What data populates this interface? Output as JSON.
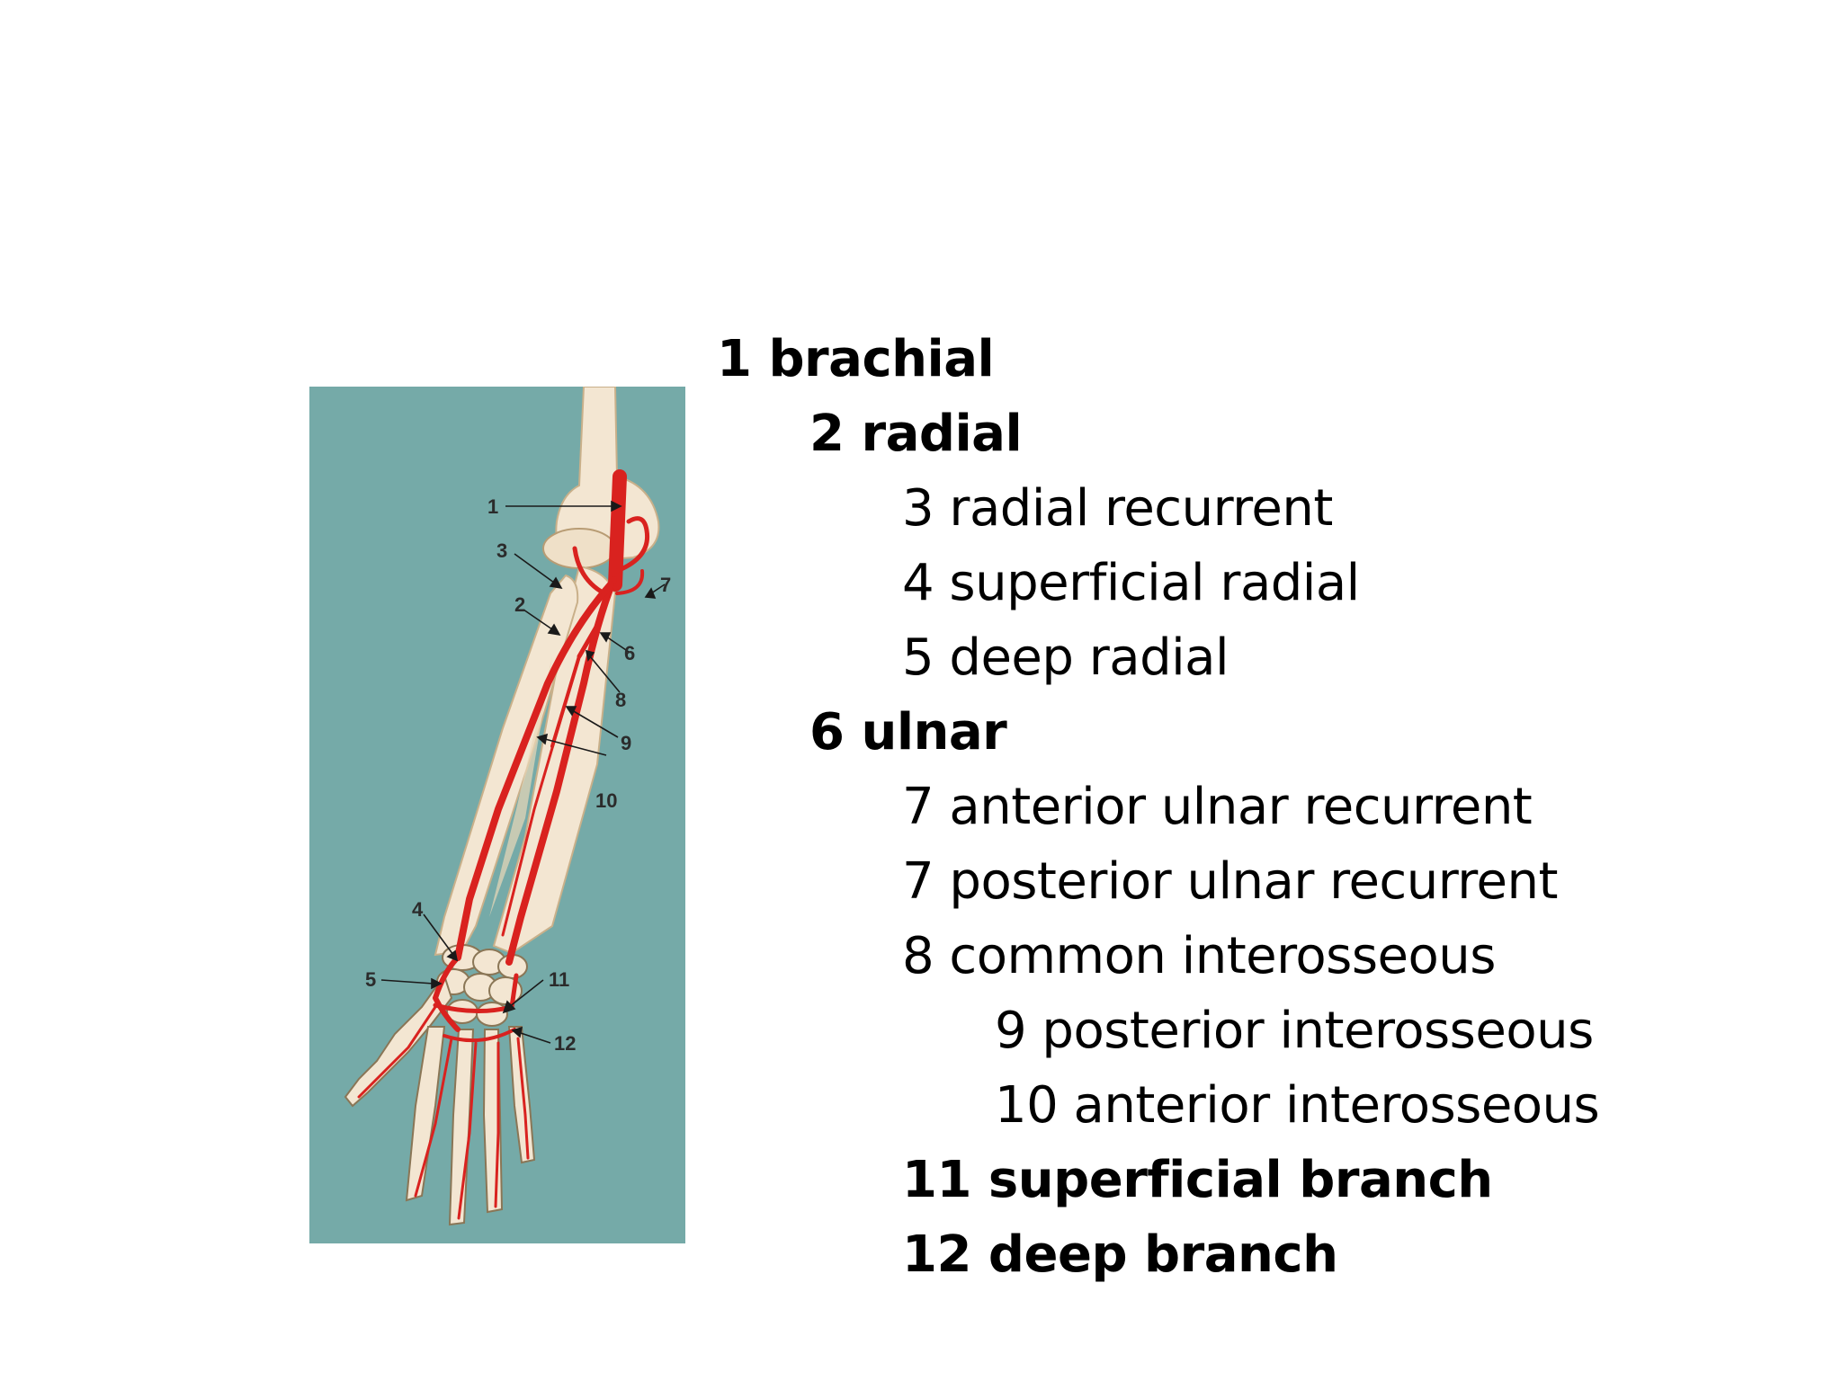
{
  "colors": {
    "panel_background": "#75aaa8",
    "bone": "#f3e6d2",
    "bone_outline": "#c9b08a",
    "artery": "#d9221f",
    "text": "#000000"
  },
  "figure": {
    "callouts": [
      "1",
      "2",
      "3",
      "4",
      "5",
      "6",
      "7",
      "8",
      "9",
      "10",
      "11",
      "12"
    ]
  },
  "legend": [
    {
      "text": "1 brachial",
      "level": 0,
      "bold": true
    },
    {
      "text": "2 radial",
      "level": 1,
      "bold": true
    },
    {
      "text": "3 radial recurrent",
      "level": 2,
      "bold": false
    },
    {
      "text": "4 superficial radial",
      "level": 2,
      "bold": false
    },
    {
      "text": "5 deep radial",
      "level": 2,
      "bold": false
    },
    {
      "text": "6 ulnar",
      "level": 1,
      "bold": true
    },
    {
      "text": "7 anterior ulnar recurrent",
      "level": 2,
      "bold": false
    },
    {
      "text": "7 posterior ulnar recurrent",
      "level": 2,
      "bold": false
    },
    {
      "text": "8 common interosseous",
      "level": 2,
      "bold": false
    },
    {
      "text": "9 posterior interosseous",
      "level": 3,
      "bold": false
    },
    {
      "text": "10 anterior interosseous",
      "level": 3,
      "bold": false
    },
    {
      "text": "11 superficial branch",
      "level": 2,
      "bold": true
    },
    {
      "text": "12 deep branch",
      "level": 2,
      "bold": true
    }
  ]
}
